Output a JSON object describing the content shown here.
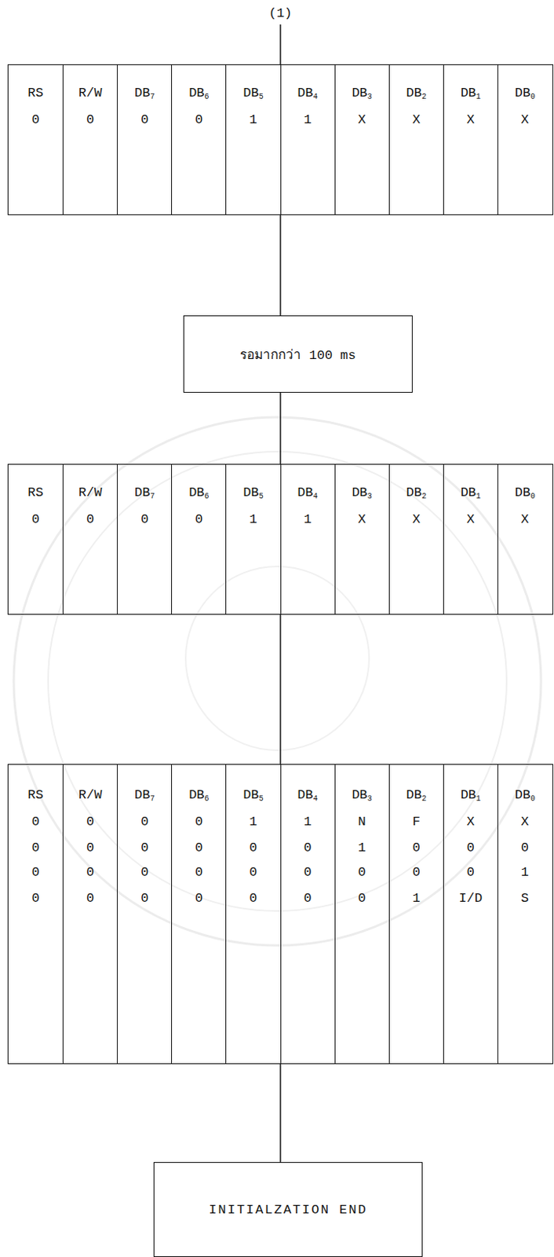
{
  "diagram": {
    "nodes": [
      {
        "text": [
          "RS",
          "R/W",
          "DB7",
          "DB6",
          "DB5",
          "DB4",
          "DB3",
          "DB2",
          "DB1",
          "DB0",
          "0",
          "0",
          "0",
          "0",
          "1",
          "1",
          "X",
          "X",
          "X",
          "X"
        ]
      },
      {
        "text": [
          "รอมากกว่า 100 ms"
        ]
      },
      {
        "text": [
          "RS",
          "R/W",
          "DB7",
          "DB6",
          "DB5",
          "DB4",
          "DB3",
          "DB2",
          "DB1",
          "DB0",
          "0",
          "0",
          "0",
          "0",
          "1",
          "1",
          "X",
          "X",
          "X",
          "X"
        ]
      },
      {
        "text": [
          "RS",
          "R/W",
          "DB7",
          "DB6",
          "DB5",
          "DB4",
          "DB3",
          "DB2",
          "DB1",
          "DB0",
          "0",
          "0",
          "0",
          "0",
          "1",
          "1",
          "N",
          "F",
          "X",
          "X",
          "0",
          "0",
          "0",
          "0",
          "0",
          "0",
          "1",
          "0",
          "0",
          "0",
          "0",
          "0",
          "0",
          "0",
          "0",
          "0",
          "0",
          "0",
          "0",
          "1",
          "0",
          "0",
          "0",
          "0",
          "0",
          "0",
          "0",
          "1",
          "I/D",
          "S"
        ]
      },
      {
        "text": [
          "INITIALZATION END"
        ]
      }
    ],
    "edges": [
      {
        "from": 0,
        "to": 1,
        "arrow": "none"
      },
      {
        "from": 1,
        "to": 2,
        "arrow": "none"
      },
      {
        "from": 2,
        "to": 3,
        "arrow": "none"
      },
      {
        "from": 3,
        "to": 4,
        "arrow": "none"
      }
    ],
    "labels": [
      "(1)"
    ]
  }
}
